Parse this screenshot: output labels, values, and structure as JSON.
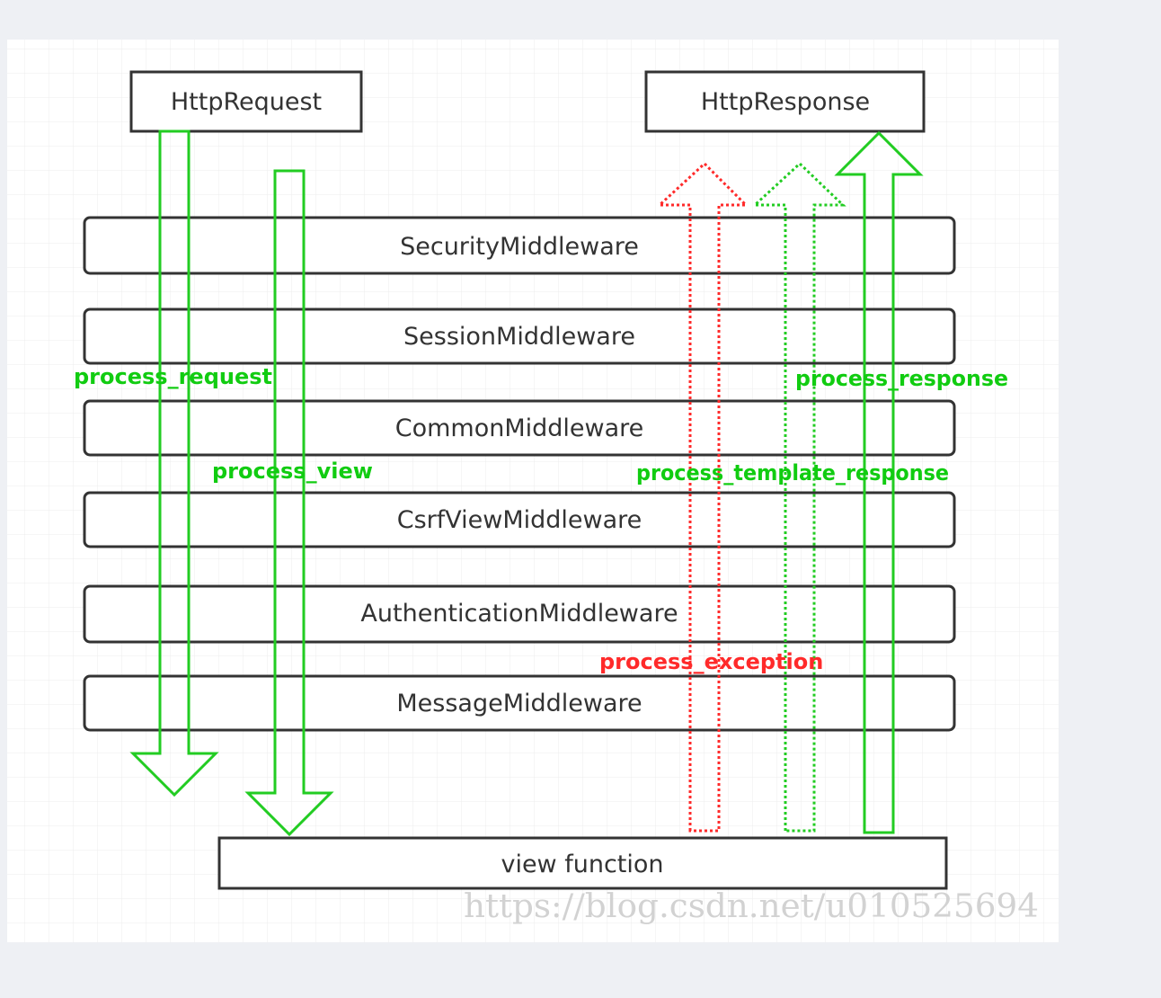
{
  "boxes": {
    "http_request": "HttpRequest",
    "http_response": "HttpResponse",
    "view_function": "view function"
  },
  "middlewares": [
    "SecurityMiddleware",
    "SessionMiddleware",
    "CommonMiddleware",
    "CsrfViewMiddleware",
    "AuthenticationMiddleware",
    "MessageMiddleware"
  ],
  "labels": {
    "process_request": "process_request",
    "process_view": "process_view",
    "process_exception": "process_exception",
    "process_template_response": "process_template_response",
    "process_response": "process_response"
  },
  "watermark": "https://blog.csdn.net/u010525694",
  "colors": {
    "arrow_green": "#22cc22",
    "exception_red": "#ff2a2a",
    "box_stroke": "#333333",
    "grid": "#e3e3e3",
    "label_green": "#11cc11"
  }
}
